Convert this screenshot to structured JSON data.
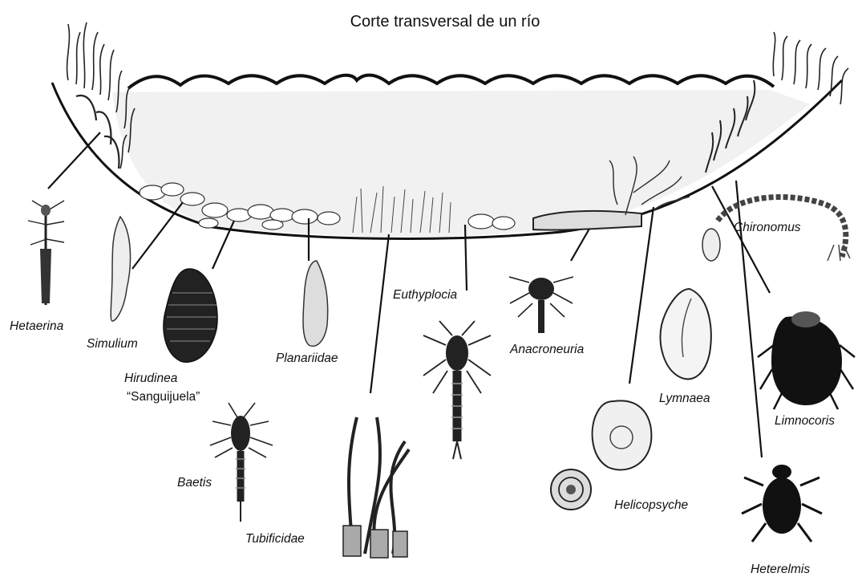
{
  "diagram": {
    "title": "Corte transversal de un río",
    "labels": {
      "hetaerina": "Hetaerina",
      "simulium": "Simulium",
      "hirudinea": "Hirudinea",
      "sanguijuela": "“Sanguijuela”",
      "planariidae": "Planariidae",
      "euthyplocia": "Euthyplocia",
      "anacroneuria": "Anacroneuria",
      "lymnaea": "Lymnaea",
      "chironomus": "Chironomus",
      "limnocoris": "Limnocoris",
      "helicopsyche": "Helicopsyche",
      "baetis": "Baetis",
      "tubificidae": "Tubificidae",
      "heterelmis": "Heterelmis"
    }
  }
}
